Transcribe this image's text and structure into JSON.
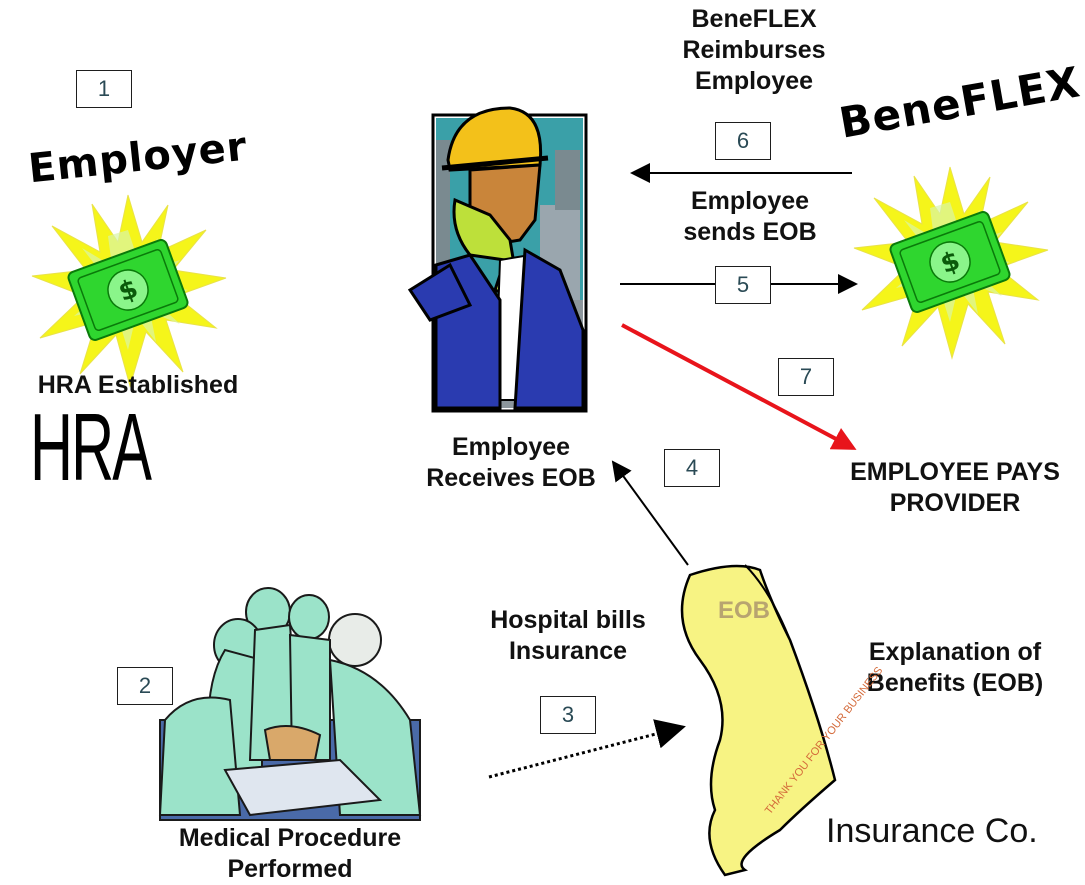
{
  "steps": {
    "s1": "1",
    "s2": "2",
    "s3": "3",
    "s4": "4",
    "s5": "5",
    "s6": "6",
    "s7": "7"
  },
  "labels": {
    "beneflex_reimburses": [
      "BeneFLEX",
      "Reimburses",
      "Employee"
    ],
    "employee_sends_eob": [
      "Employee",
      "sends EOB"
    ],
    "employee_receives_eob": [
      "Employee",
      "Receives EOB"
    ],
    "employee_pays_provider": [
      "EMPLOYEE PAYS",
      "PROVIDER"
    ],
    "hra_established": "HRA Established",
    "hospital_bills": [
      "Hospital bills",
      "Insurance"
    ],
    "explanation_of_benefits": [
      "Explanation of",
      "Benefits (EOB)"
    ],
    "medical_procedure": [
      "Medical Procedure",
      "Performed"
    ],
    "insurance_co": "Insurance Co."
  },
  "wordart": {
    "employer": "Employer",
    "beneflex": "BeneFLEX",
    "hra": "HRA"
  },
  "document": {
    "title": "EOB",
    "note": "THANK YOU FOR YOUR BUSINESS"
  },
  "colors": {
    "red_arrow": "#e8141b",
    "money_green": "#2fd62f",
    "burst_yellow": "#f5f51a",
    "doc_yellow": "#f7f383",
    "hard_hat": "#f3c11a",
    "suit_blue": "#2a3bb0",
    "scrubs": "#9be3c9"
  }
}
